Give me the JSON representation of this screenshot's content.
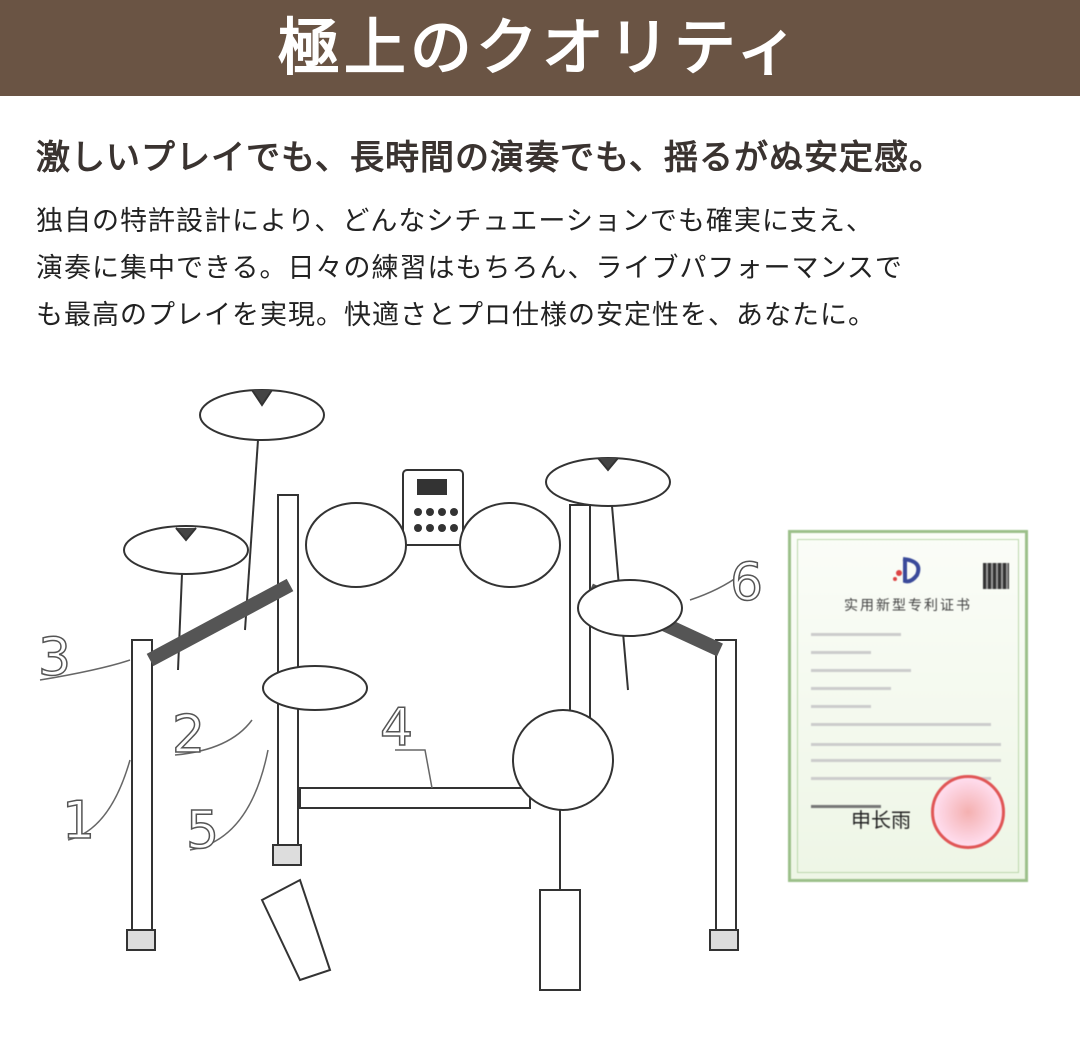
{
  "banner": {
    "title": "極上のクオリティ"
  },
  "headline": "激しいプレイでも、長時間の演奏でも、揺るがぬ安定感。",
  "body_lines": [
    "独自の特許設計により、どんなシチュエーションでも確実に支え、",
    "演奏に集中できる。日々の練習はもちろん、ライブパフォーマンスで",
    "も最高のプレイを実現。快適さとプロ仕様の安定性を、あなたに。"
  ],
  "diagram": {
    "labels": [
      "1",
      "2",
      "3",
      "4",
      "5",
      "6"
    ]
  },
  "certificate": {
    "title": "实用新型专利证书",
    "signature": "申长雨"
  },
  "colors": {
    "banner": "#6a5444",
    "headline": "#3a3330"
  }
}
